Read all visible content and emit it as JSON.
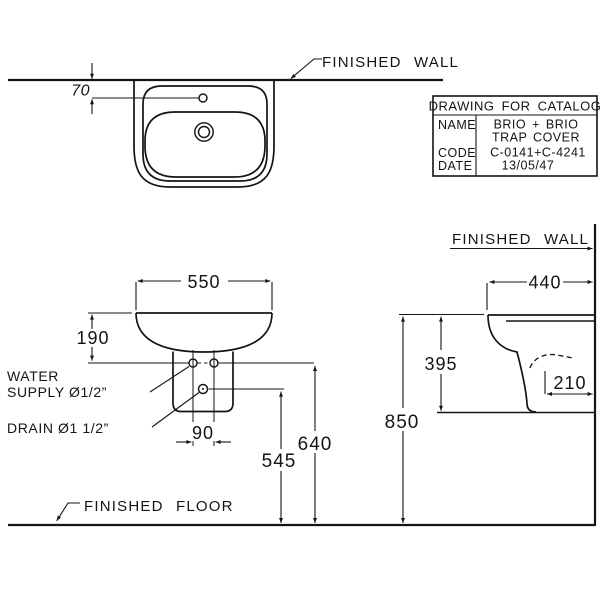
{
  "plan_view": {
    "wall_label": "FINISHED WALL",
    "faucet_offset_dim": "70"
  },
  "title_block": {
    "title": "DRAWING FOR CATALOG",
    "rows": [
      {
        "label": "NAME",
        "value": "BRIO + BRIO",
        "value_line2": "TRAP COVER"
      },
      {
        "label": "CODE",
        "value": "C-0141+C-4241"
      },
      {
        "label": "DATE",
        "value": "13/05/47"
      }
    ]
  },
  "front_view": {
    "width_dim": "550",
    "rim_to_bowl_dim": "190",
    "supply_spacing_dim": "90",
    "drain_height_dim": "545",
    "supply_height_dim": "640",
    "water_supply_label_line1": "WATER",
    "water_supply_label_line2": "SUPPLY Ø1/2”",
    "drain_label": "DRAIN Ø1 1/2”",
    "floor_label": "FINISHED FLOOR"
  },
  "side_view": {
    "wall_label": "FINISHED WALL",
    "depth_dim": "440",
    "rim_drop_dim": "395",
    "trap_depth_dim": "210",
    "rim_height_dim": "850"
  }
}
